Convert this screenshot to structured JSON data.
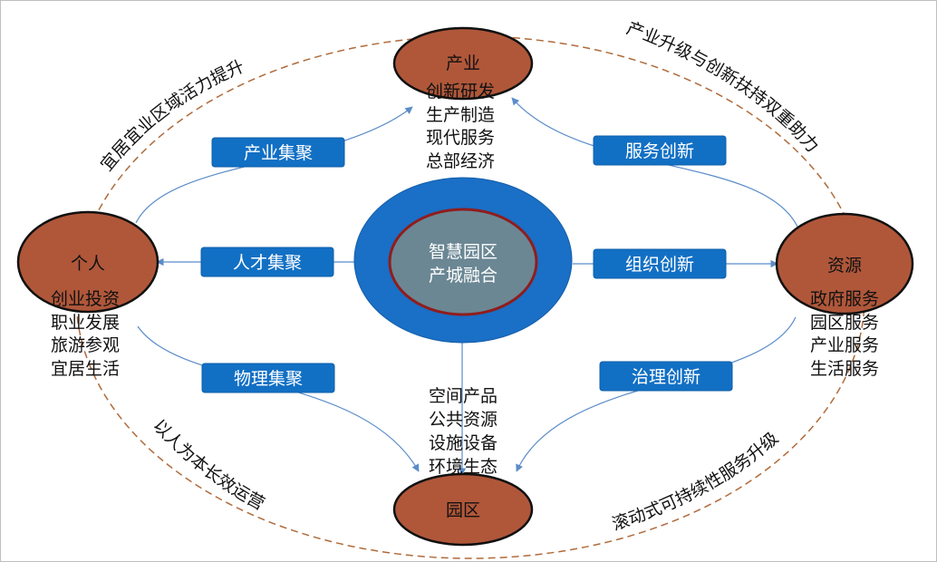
{
  "colors": {
    "node_fill": "#b0573a",
    "node_stroke": "#111111",
    "label_fill": "#1270c4",
    "label_text": "#ffffff",
    "ring_outer": "#1a6fc6",
    "ring_inner_stroke": "#8f1d1d",
    "center_fill": "#6b8794",
    "dashed_ring": "#b06a3a",
    "connector": "#5b8cc9"
  },
  "center": {
    "line1": "智慧园区",
    "line2": "产城融合"
  },
  "nodes": {
    "industry": "产业",
    "person": "个人",
    "resource": "资源",
    "park": "园区"
  },
  "lists": {
    "industry": [
      "创新研发",
      "生产制造",
      "现代服务",
      "总部经济"
    ],
    "person": [
      "创业投资",
      "职业发展",
      "旅游参观",
      "宜居生活"
    ],
    "resource": [
      "政府服务",
      "园区服务",
      "产业服务",
      "生活服务"
    ],
    "park": [
      "空间产品",
      "公共资源",
      "设施设备",
      "环境生态"
    ]
  },
  "labels": {
    "industry_cluster": "产业集聚",
    "service_innovation": "服务创新",
    "talent_cluster": "人才集聚",
    "org_innovation": "组织创新",
    "physical_cluster": "物理集聚",
    "governance_innovation": "治理创新"
  },
  "ring_text": {
    "top_left": "宜居宜业区域活力提升",
    "top_right": "产业升级与创新扶持双重助力",
    "bottom_left": "以人为本长效运营",
    "bottom_right": "滚动式可持续性服务升级"
  }
}
